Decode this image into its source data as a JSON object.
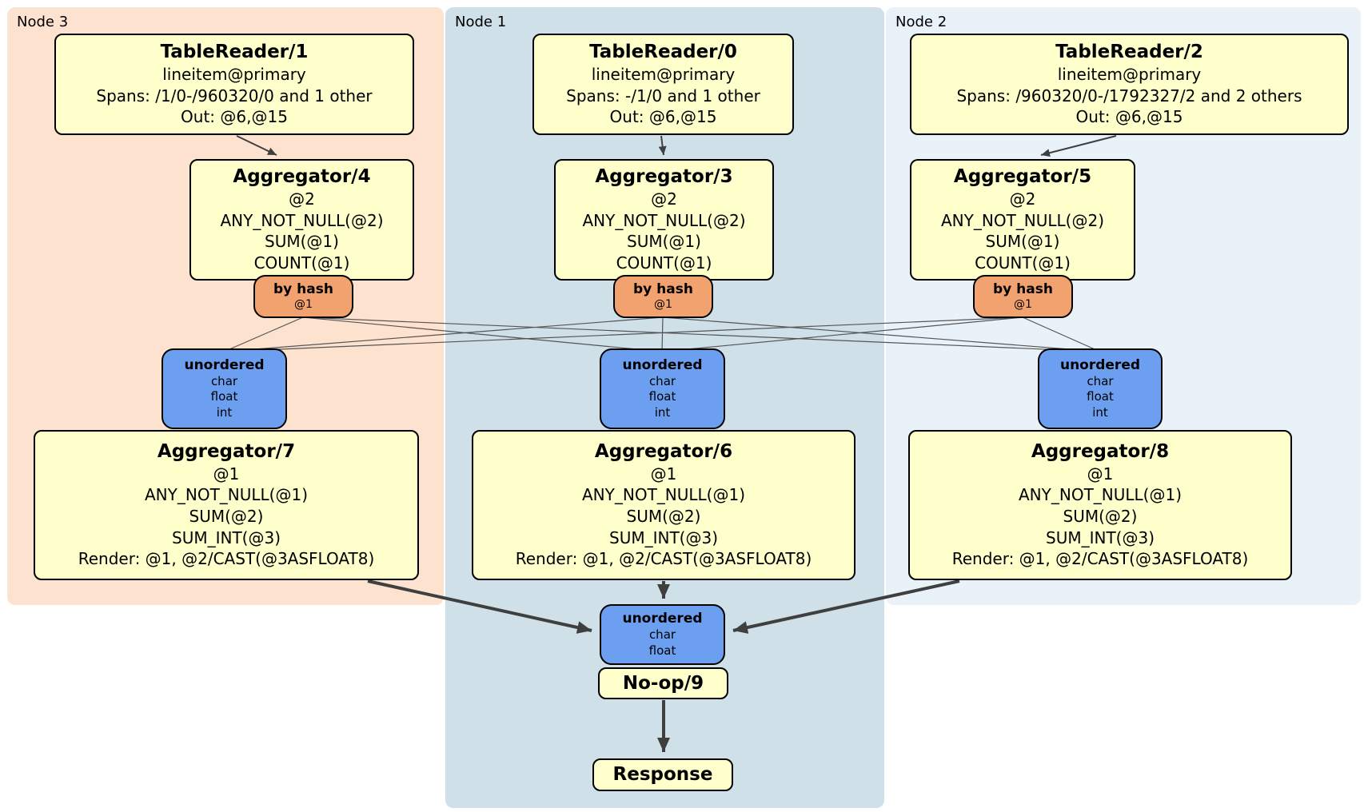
{
  "regions": {
    "node3": {
      "label": "Node 3"
    },
    "node1": {
      "label": "Node 1"
    },
    "node2": {
      "label": "Node 2"
    }
  },
  "processors": {
    "tablereader1": {
      "title": "TableReader/1",
      "lines": [
        "lineitem@primary",
        "Spans: /1/0-/960320/0 and 1 other",
        "Out: @6,@15"
      ]
    },
    "tablereader0": {
      "title": "TableReader/0",
      "lines": [
        "lineitem@primary",
        "Spans: -/1/0 and 1 other",
        "Out: @6,@15"
      ]
    },
    "tablereader2": {
      "title": "TableReader/2",
      "lines": [
        "lineitem@primary",
        "Spans: /960320/0-/1792327/2 and 2 others",
        "Out: @6,@15"
      ]
    },
    "aggregator4": {
      "title": "Aggregator/4",
      "lines": [
        "@2",
        "ANY_NOT_NULL(@2)",
        "SUM(@1)",
        "COUNT(@1)"
      ]
    },
    "aggregator3": {
      "title": "Aggregator/3",
      "lines": [
        "@2",
        "ANY_NOT_NULL(@2)",
        "SUM(@1)",
        "COUNT(@1)"
      ]
    },
    "aggregator5": {
      "title": "Aggregator/5",
      "lines": [
        "@2",
        "ANY_NOT_NULL(@2)",
        "SUM(@1)",
        "COUNT(@1)"
      ]
    },
    "aggregator7": {
      "title": "Aggregator/7",
      "lines": [
        "@1",
        "ANY_NOT_NULL(@1)",
        "SUM(@2)",
        "SUM_INT(@3)",
        "Render: @1, @2/CAST(@3ASFLOAT8)"
      ]
    },
    "aggregator6": {
      "title": "Aggregator/6",
      "lines": [
        "@1",
        "ANY_NOT_NULL(@1)",
        "SUM(@2)",
        "SUM_INT(@3)",
        "Render: @1, @2/CAST(@3ASFLOAT8)"
      ]
    },
    "aggregator8": {
      "title": "Aggregator/8",
      "lines": [
        "@1",
        "ANY_NOT_NULL(@1)",
        "SUM(@2)",
        "SUM_INT(@3)",
        "Render: @1, @2/CAST(@3ASFLOAT8)"
      ]
    },
    "noop9": {
      "title": "No-op/9"
    },
    "response": {
      "title": "Response"
    }
  },
  "routers": {
    "hash3": {
      "title": "by hash",
      "lines": [
        "@1"
      ]
    },
    "hash1": {
      "title": "by hash",
      "lines": [
        "@1"
      ]
    },
    "hash2": {
      "title": "by hash",
      "lines": [
        "@1"
      ]
    }
  },
  "syncs": {
    "unordered3": {
      "title": "unordered",
      "lines": [
        "char",
        "float",
        "int"
      ]
    },
    "unordered1": {
      "title": "unordered",
      "lines": [
        "char",
        "float",
        "int"
      ]
    },
    "unordered2": {
      "title": "unordered",
      "lines": [
        "char",
        "float",
        "int"
      ]
    },
    "unordered_final": {
      "title": "unordered",
      "lines": [
        "char",
        "float"
      ]
    }
  },
  "colors": {
    "node3_bg": "#fde2cf",
    "node1_bg": "#cfe0e8",
    "node2_bg": "#e9f1f9",
    "processor_bg": "#ffffcc",
    "router_bg": "#f2a26e",
    "sync_bg": "#6d9ff1",
    "edge": "#3f3f3f"
  }
}
